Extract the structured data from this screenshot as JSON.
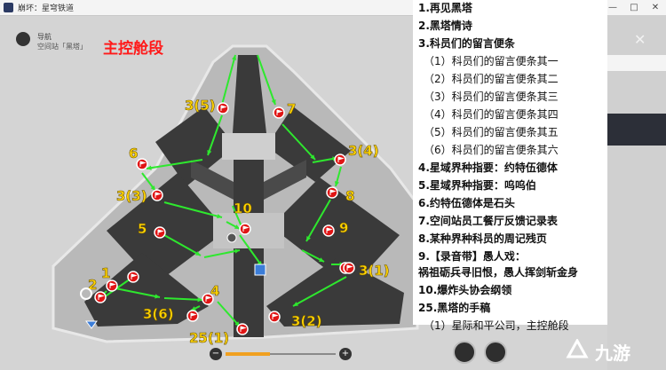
{
  "window": {
    "title": "崩坏：星穹铁道",
    "minimize_glyph": "—",
    "maximize_glyph": "□",
    "close_glyph": "✕"
  },
  "navigation": {
    "label": "导航",
    "station": "空间站「黑塔」",
    "icon": "map-pin-icon"
  },
  "section_title": "主控舱段",
  "map_labels": [
    "3(5)",
    "7",
    "6",
    "3(4)",
    "3(3)",
    "8",
    "10",
    "5",
    "9",
    "2",
    "1",
    "3(1)",
    "4",
    "3(6)",
    "3(2)",
    "25(1)"
  ],
  "panel_items": [
    "1.再见黑塔",
    "2.黑塔情诗",
    "3.科员们的留言便条",
    "（1）科员们的留言便条其一",
    "（2）科员们的留言便条其二",
    "（3）科员们的留言便条其三",
    "（4）科员们的留言便条其四",
    "（5）科员们的留言便条其五",
    "（6）科员们的留言便条其六",
    "4.星域界种指要：约特伍德体",
    "5.星域界种指要：呜呜伯",
    "6.约特伍德体是石头",
    "7.空间站员工餐厅反馈记录表",
    "8.某种界种科员的周记残页",
    "9.【录音带】愚人戏：",
    "祸祖砺兵寻旧恨，愚人挥剑斩金身",
    "10.爆炸头协会纲领",
    "25.黑塔的手稿",
    "（1）星际和平公司，主控舱段"
  ],
  "right_strip": {
    "close_glyph": "✕"
  },
  "zoom": {
    "minus": "−",
    "plus": "+",
    "level": 0.4
  },
  "watermark": "九游",
  "colors": {
    "title_red": "#ff1a1a",
    "label_yellow": "#ffd400",
    "arrow_green": "#2ee82e",
    "marker_red": "#e01515",
    "accent_orange": "#f0a020"
  }
}
